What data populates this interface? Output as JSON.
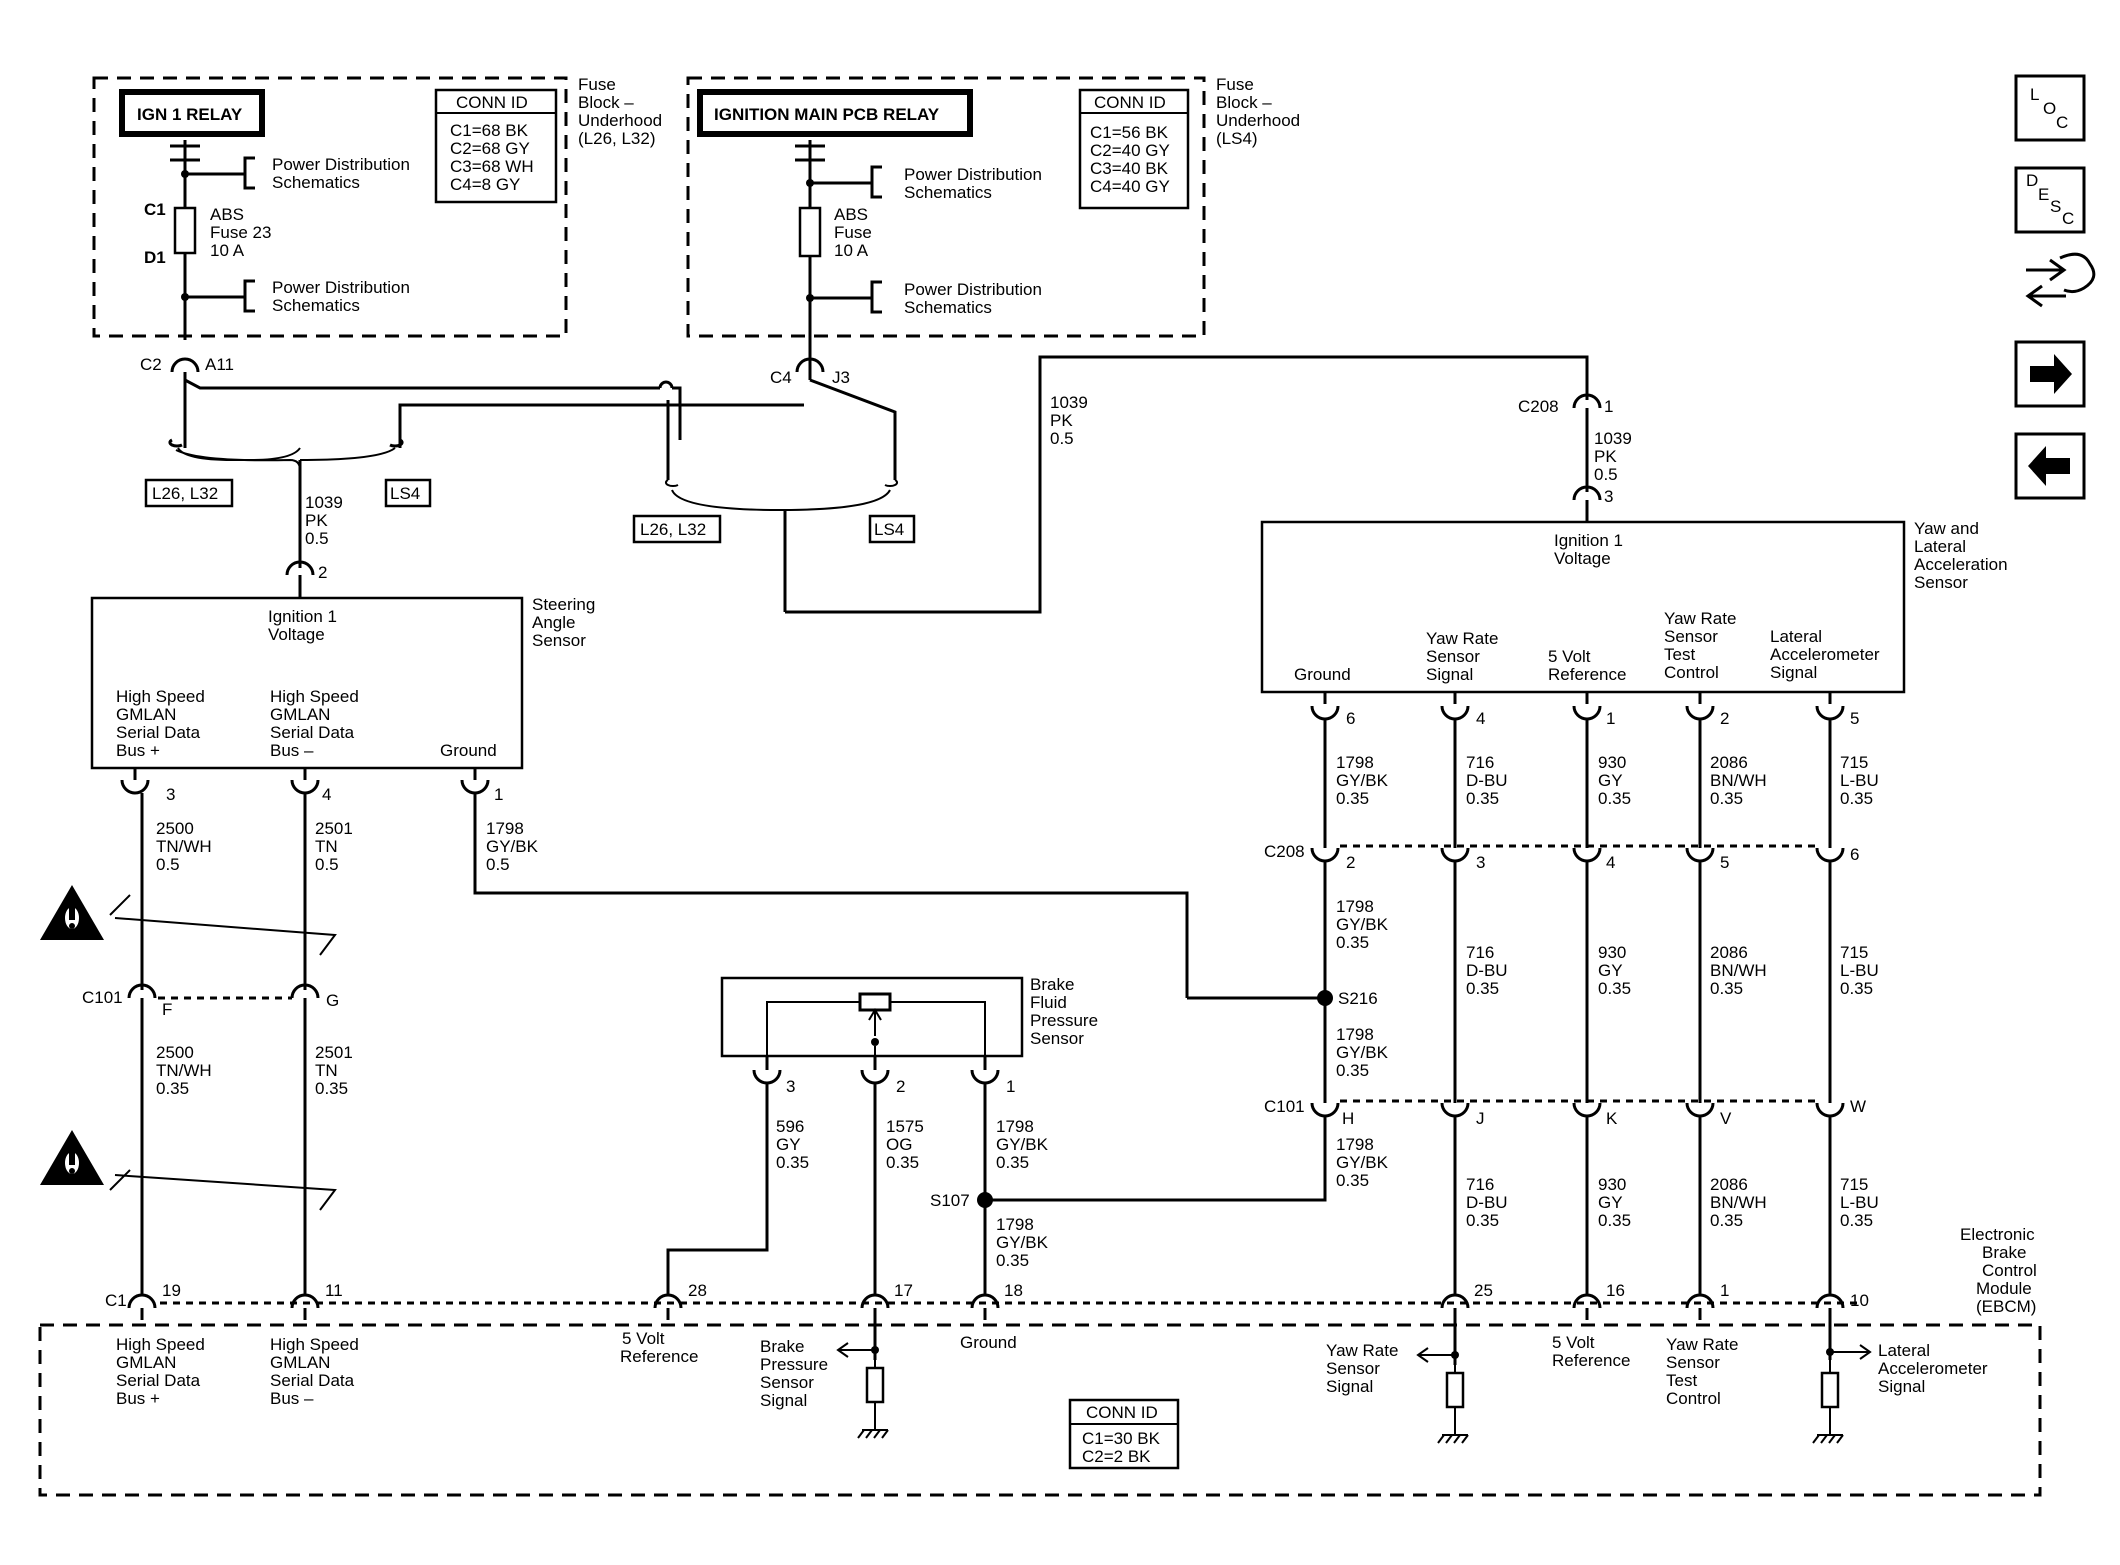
{
  "fuse_block_1": {
    "title": [
      "Fuse",
      "Block –",
      "Underhood",
      "(L26, L32)"
    ],
    "relay": "IGN 1 RELAY",
    "conn_id": {
      "title": "CONN ID",
      "rows": [
        "C1=68 BK",
        "C2=68 GY",
        "C3=68 WH",
        "C4=8 GY"
      ]
    },
    "pd1": [
      "Power Distribution",
      "Schematics"
    ],
    "pd2": [
      "Power Distribution",
      "Schematics"
    ],
    "c1": "C1",
    "d1": "D1",
    "fuse": [
      "ABS",
      "Fuse 23",
      "10 A"
    ]
  },
  "fuse_block_2": {
    "title": [
      "Fuse",
      "Block –",
      "Underhood",
      "(LS4)"
    ],
    "relay": "IGNITION MAIN PCB RELAY",
    "conn_id": {
      "title": "CONN ID",
      "rows": [
        "C1=56 BK",
        "C2=40 GY",
        "C3=40 BK",
        "C4=40 GY"
      ]
    },
    "pd1": [
      "Power Distribution",
      "Schematics"
    ],
    "pd2": [
      "Power Distribution",
      "Schematics"
    ],
    "fuse": [
      "ABS",
      "Fuse",
      "10 A"
    ]
  },
  "connectors": {
    "c2": "C2",
    "a11": "A11",
    "c4": "C4",
    "j3": "J3",
    "l26_left": "L26, L32",
    "ls4_left": "LS4",
    "l26_mid": "L26, L32",
    "ls4_mid": "LS4",
    "c208_top": "C208",
    "c208_top_pin": "1",
    "c208_mid": "C208",
    "c101_left": "C101",
    "c101_right": "C101",
    "s216": "S216",
    "s107": "S107",
    "c1_ebcm": "C1"
  },
  "wires": {
    "w1039_left": [
      "1039",
      "PK",
      "0.5"
    ],
    "w1039_mid": [
      "1039",
      "PK",
      "0.5"
    ],
    "w1039_right": [
      "1039",
      "PK",
      "0.5"
    ]
  },
  "steering_sensor": {
    "name": [
      "Steering",
      "Angle",
      "Sensor"
    ],
    "ign": [
      "Ignition 1",
      "Voltage"
    ],
    "pin_top": "2",
    "pins": [
      {
        "label": [
          "High Speed",
          "GMLAN",
          "Serial Data",
          "Bus +"
        ],
        "pin": "3"
      },
      {
        "label": [
          "High Speed",
          "GMLAN",
          "Serial Data",
          "Bus –"
        ],
        "pin": "4"
      },
      {
        "label": [
          "Ground"
        ],
        "pin": "1"
      }
    ]
  },
  "yaw_sensor": {
    "name": [
      "Yaw and",
      "Lateral",
      "Acceleration",
      "Sensor"
    ],
    "ign": [
      "Ignition 1",
      "Voltage"
    ],
    "pin_top": "3",
    "pins": [
      {
        "label": [
          "Ground"
        ],
        "pin": "6"
      },
      {
        "label": [
          "Yaw Rate",
          "Sensor",
          "Signal"
        ],
        "pin": "4"
      },
      {
        "label": [
          "5 Volt",
          "Reference"
        ],
        "pin": "1"
      },
      {
        "label": [
          "Yaw Rate",
          "Sensor",
          "Test",
          "Control"
        ],
        "pin": "2"
      },
      {
        "label": [
          "Lateral",
          "Accelerometer",
          "Signal"
        ],
        "pin": "5"
      }
    ]
  },
  "yaw_wires_top": [
    [
      "1798",
      "GY/BK",
      "0.35"
    ],
    [
      "716",
      "D-BU",
      "0.35"
    ],
    [
      "930",
      "GY",
      "0.35"
    ],
    [
      "2086",
      "BN/WH",
      "0.35"
    ],
    [
      "715",
      "L-BU",
      "0.35"
    ]
  ],
  "c208_pins": [
    "2",
    "3",
    "4",
    "5",
    "6"
  ],
  "yaw_wires_mid": [
    [
      "1798",
      "GY/BK",
      "0.35"
    ],
    [
      "716",
      "D-BU",
      "0.35"
    ],
    [
      "930",
      "GY",
      "0.35"
    ],
    [
      "2086",
      "BN/WH",
      "0.35"
    ],
    [
      "715",
      "L-BU",
      "0.35"
    ]
  ],
  "s216_wire": [
    "1798",
    "GY/BK",
    "0.35"
  ],
  "c101_right_pins": [
    "H",
    "J",
    "K",
    "V",
    "W"
  ],
  "yaw_wires_bot": [
    [
      "1798",
      "GY/BK",
      "0.35"
    ],
    [
      "716",
      "D-BU",
      "0.35"
    ],
    [
      "930",
      "GY",
      "0.35"
    ],
    [
      "2086",
      "BN/WH",
      "0.35"
    ],
    [
      "715",
      "L-BU",
      "0.35"
    ]
  ],
  "steer_wires_top": [
    [
      "2500",
      "TN/WH",
      "0.5"
    ],
    [
      "2501",
      "TN",
      "0.5"
    ],
    [
      "1798",
      "GY/BK",
      "0.5"
    ]
  ],
  "c101_left_pins": [
    "F",
    "G"
  ],
  "steer_wires_bot": [
    [
      "2500",
      "TN/WH",
      "0.35"
    ],
    [
      "2501",
      "TN",
      "0.35"
    ]
  ],
  "brake_sensor": {
    "name": [
      "Brake",
      "Fluid",
      "Pressure",
      "Sensor"
    ],
    "pins": [
      "3",
      "2",
      "1"
    ],
    "wires": [
      [
        "596",
        "GY",
        "0.35"
      ],
      [
        "1575",
        "OG",
        "0.35"
      ],
      [
        "1798",
        "GY/BK",
        "0.35"
      ]
    ],
    "s107_wire": [
      "1798",
      "GY/BK",
      "0.35"
    ]
  },
  "ebcm": {
    "name": [
      "Electronic",
      "Brake",
      "Control",
      "Module",
      "(EBCM)"
    ],
    "pins": [
      "19",
      "11",
      "28",
      "17",
      "18",
      "25",
      "16",
      "1",
      "10"
    ],
    "labels": {
      "hs_plus": [
        "High Speed",
        "GMLAN",
        "Serial Data",
        "Bus +"
      ],
      "hs_minus": [
        "High Speed",
        "GMLAN",
        "Serial Data",
        "Bus –"
      ],
      "vref_left": [
        "5 Volt",
        "Reference"
      ],
      "brake_sig": [
        "Brake",
        "Pressure",
        "Sensor",
        "Signal"
      ],
      "ground": [
        "Ground"
      ],
      "yaw_sig": [
        "Yaw Rate",
        "Sensor",
        "Signal"
      ],
      "vref_right": [
        "5 Volt",
        "Reference"
      ],
      "yaw_test": [
        "Yaw Rate",
        "Sensor",
        "Test",
        "Control"
      ],
      "lat_sig": [
        "Lateral",
        "Accelerometer",
        "Signal"
      ]
    },
    "conn_id": {
      "title": "CONN ID",
      "rows": [
        "C1=30 BK",
        "C2=2 BK"
      ]
    }
  },
  "nav": {
    "loc": [
      "L",
      "O",
      "C"
    ],
    "desc": [
      "D",
      "E",
      "S",
      "C"
    ],
    "next_icon": "arrow-right-icon",
    "prev_icon": "arrow-left-icon",
    "swap_icon": "connector-swap-icon"
  }
}
